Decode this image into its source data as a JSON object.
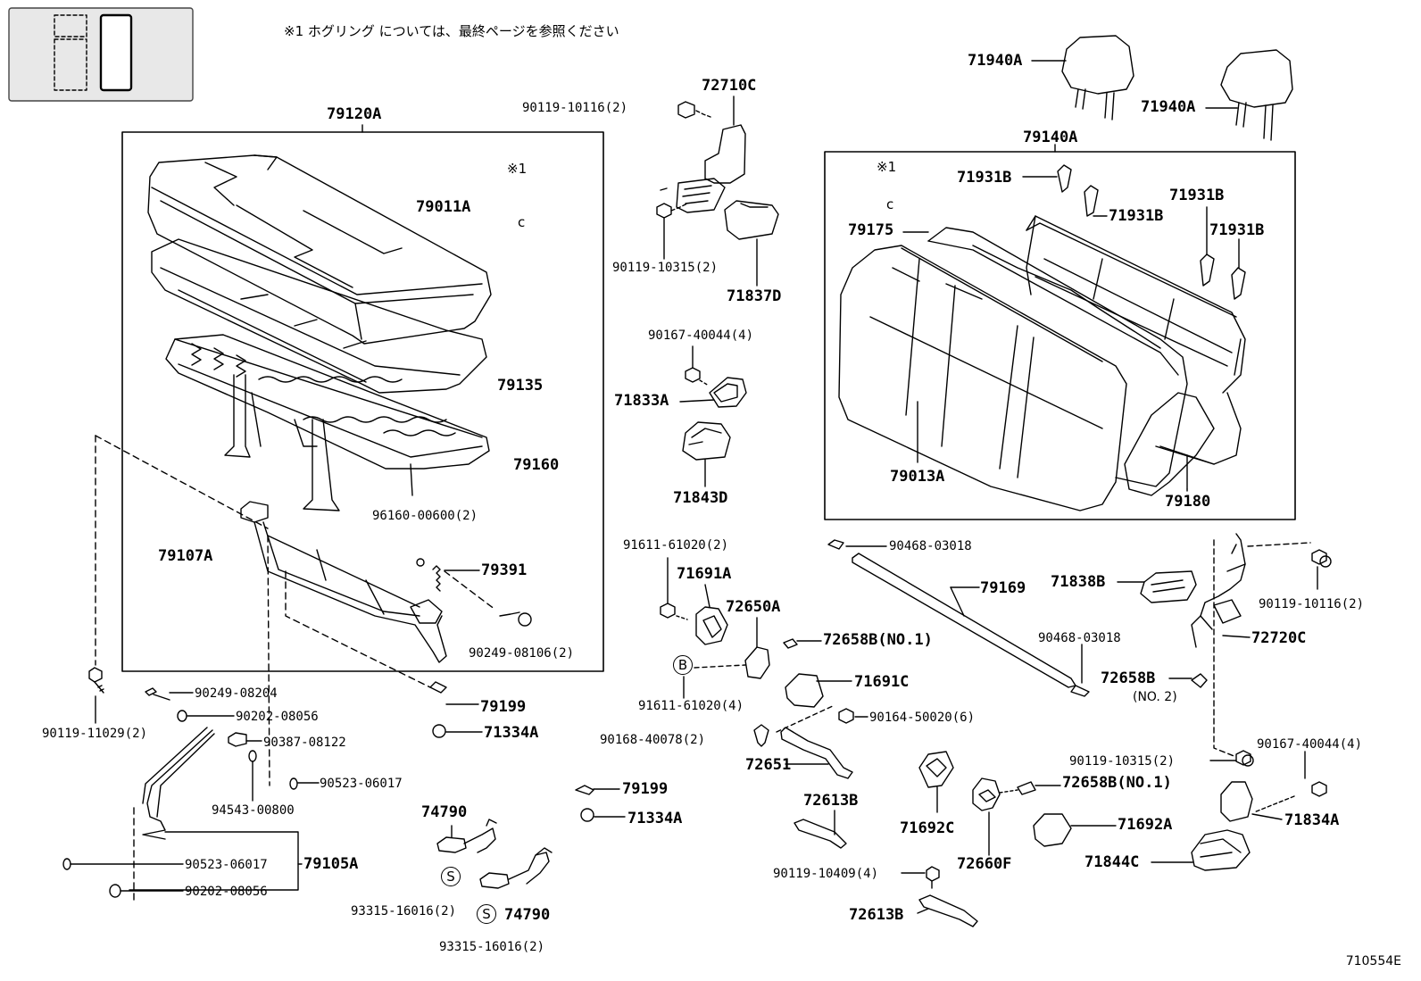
{
  "note": "※1 ホグリング については、最終ページを参照ください",
  "diagram_code": "710554E",
  "symbols": {
    "ref_mark": "※1",
    "hog_ring": "c",
    "circle_b": "B",
    "circle_s": "S"
  },
  "groups": {
    "seat_cushion": "79120A",
    "seat_back": "79140A"
  },
  "parts": {
    "p72710C": "72710C",
    "p90119_10116_a": "90119-10116(2)",
    "p90119_10315_a": "90119-10315(2)",
    "p71837D": "71837D",
    "p90167_40044_a": "90167-40044(4)",
    "p71833A": "71833A",
    "p71843D": "71843D",
    "p79011A": "79011A",
    "p79135": "79135",
    "p79160": "79160",
    "p96160": "96160-00600(2)",
    "p79391": "79391",
    "p79107A": "79107A",
    "p90249_08106": "90249-08106(2)",
    "p79199_a": "79199",
    "p71334A_a": "71334A",
    "p90119_11029": "90119-11029(2)",
    "p90249_08204": "90249-08204",
    "p90202_08056_a": "90202-08056",
    "p90387": "90387-08122",
    "p90523_06017_a": "90523-06017",
    "p94543": "94543-00800",
    "p90523_06017_b": "90523-06017",
    "p79105A": "79105A",
    "p90202_08056_b": "90202-08056",
    "p79199_b": "79199",
    "p71334A_b": "71334A",
    "p74790_a": "74790",
    "p93315_a": "93315-16016(2)",
    "p74790_b": "74790",
    "p93315_b": "93315-16016(2)",
    "p91611_a": "91611-61020(2)",
    "p71691A": "71691A",
    "p72650A": "72650A",
    "p72658B_1a": "72658B(NO.1)",
    "p91611_b": "91611-61020(4)",
    "p71691C": "71691C",
    "p90164": "90164-50020(6)",
    "p90168": "90168-40078(2)",
    "p72651": "72651",
    "p72613B_a": "72613B",
    "p90119_10409": "90119-10409(4)",
    "p72613B_b": "72613B",
    "p71692C": "71692C",
    "p72660F": "72660F",
    "p72658B_1b": "72658B(NO.1)",
    "p71692A": "71692A",
    "p71844C": "71844C",
    "p90468_a": "90468-03018",
    "p79169": "79169",
    "p90468_b": "90468-03018",
    "p72658B_2": "72658B",
    "p72658B_2no": "(NO. 2)",
    "p71838B": "71838B",
    "p90119_10116_b": "90119-10116(2)",
    "p72720C": "72720C",
    "p90119_10315_b": "90119-10315(2)",
    "p90167_40044_b": "90167-40044(4)",
    "p71834A": "71834A",
    "p71940A_a": "71940A",
    "p71940A_b": "71940A",
    "p71931B_a": "71931B",
    "p71931B_b": "71931B",
    "p71931B_c": "71931B",
    "p71931B_d": "71931B",
    "p79175": "79175",
    "p79013A": "79013A",
    "p79180": "79180"
  }
}
